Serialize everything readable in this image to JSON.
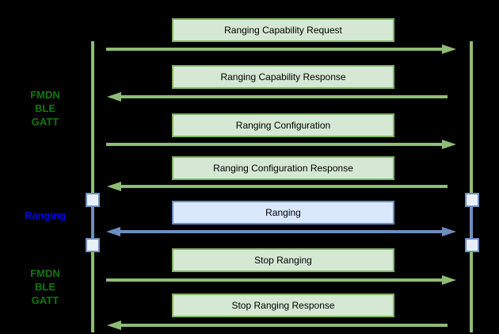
{
  "diagram": {
    "type": "sequence-diagram",
    "background": "#000000",
    "colors": {
      "bg": "#000000",
      "green_fill": "#d5e8d4",
      "green_border": "#82b366",
      "green_line": "#8fbc74",
      "green_text": "#117711",
      "blue_fill": "#dae8fc",
      "blue_border": "#6c8ebf",
      "blue_line": "#6c8ebf",
      "blue_text": "#0000f0",
      "node_fill": "#e9eff9",
      "box_text": "#000000"
    },
    "side_labels": [
      {
        "lines": [
          "FMDN",
          "BLE",
          "GATT"
        ],
        "style": "green"
      },
      {
        "lines": [
          "Ranging"
        ],
        "style": "blue"
      },
      {
        "lines": [
          "FMDN",
          "BLE",
          "GATT"
        ],
        "style": "green"
      }
    ],
    "messages": [
      {
        "label": "Ranging Capability Request",
        "direction": "right",
        "style": "green"
      },
      {
        "label": "Ranging Capability Response",
        "direction": "left",
        "style": "green"
      },
      {
        "label": "Ranging Configuration",
        "direction": "right",
        "style": "green"
      },
      {
        "label": "Ranging Configuration Response",
        "direction": "left",
        "style": "green"
      },
      {
        "label": "Ranging",
        "direction": "both",
        "style": "blue"
      },
      {
        "label": "Stop Ranging",
        "direction": "right",
        "style": "green"
      },
      {
        "label": "Stop Ranging Response",
        "direction": "left",
        "style": "green"
      }
    ],
    "lifelines": {
      "count": 2,
      "activation_nodes_per_lifeline": 2
    }
  }
}
